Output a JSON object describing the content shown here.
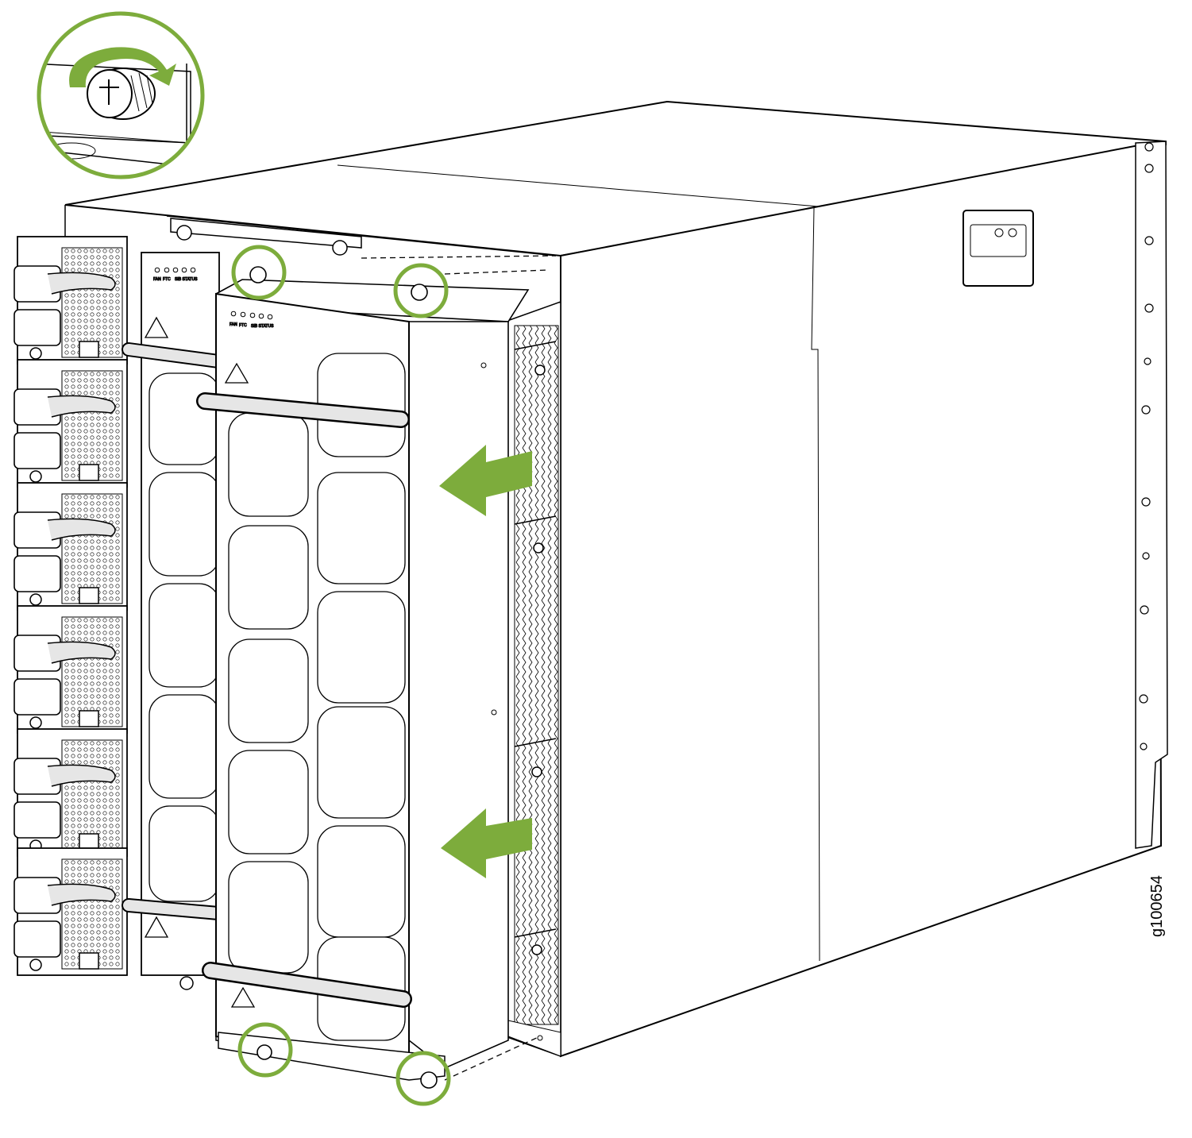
{
  "figure": {
    "id_label": "g100654"
  },
  "fan_tray": {
    "led_labels_front": [
      "FAN",
      "FTC",
      "SIB STATUS"
    ],
    "led_labels_rear": [
      "FAN",
      "FTC",
      "SIB STATUS"
    ]
  },
  "colors": {
    "accent": "#7dac3c",
    "line": "#000000",
    "handle": "#e6e6e6",
    "background": "#ffffff"
  },
  "icons": [
    "rotate-arrow-icon",
    "captive-screw-icon",
    "hot-surface-warning-icon",
    "remove-direction-arrow-icon"
  ]
}
